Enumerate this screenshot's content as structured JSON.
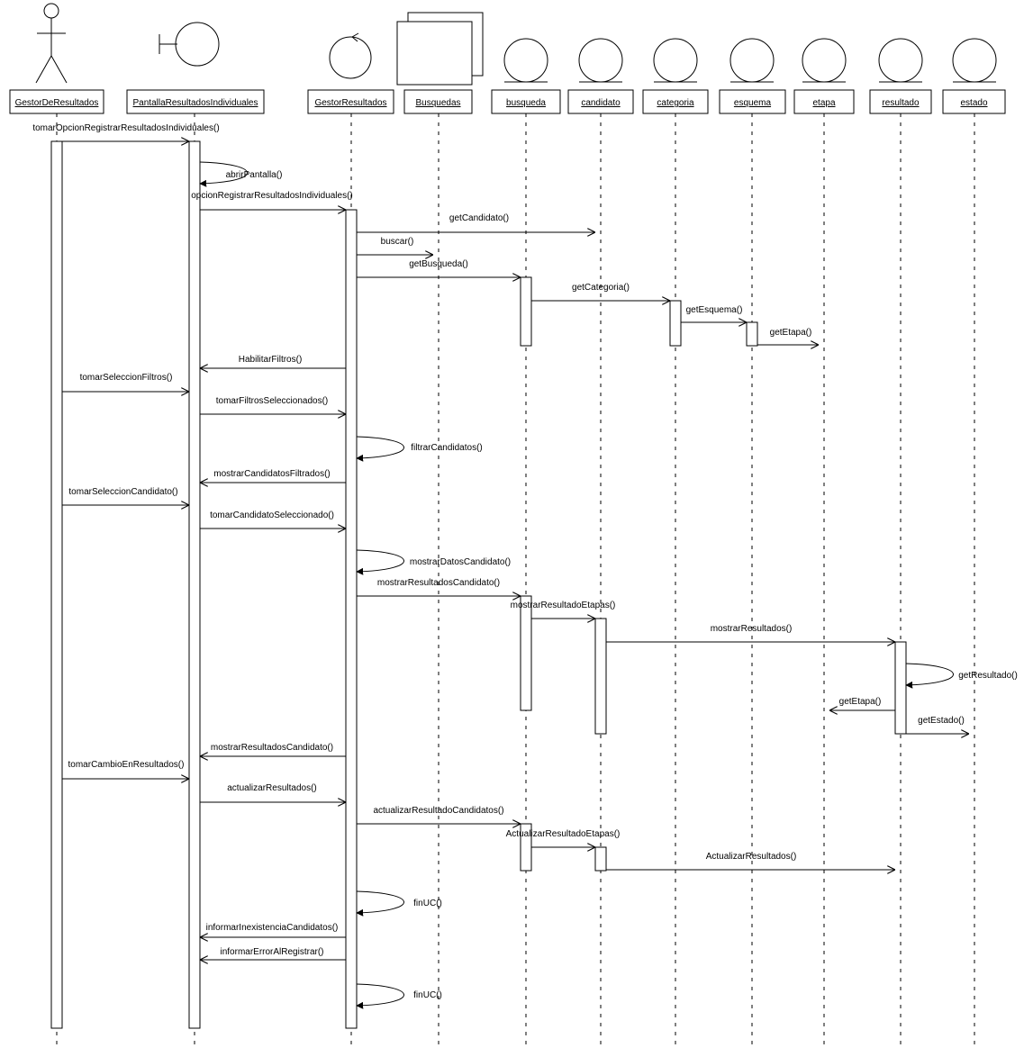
{
  "participants": [
    {
      "id": "gestorDeResultados",
      "label": "GestorDeResultados",
      "kind": "actor"
    },
    {
      "id": "pantalla",
      "label": "PantallaResultadosIndividuales",
      "kind": "boundary"
    },
    {
      "id": "gestor",
      "label": "GestorResultados",
      "kind": "control"
    },
    {
      "id": "busquedas",
      "label": "Busquedas",
      "kind": "collection"
    },
    {
      "id": "busqueda",
      "label": "busqueda",
      "kind": "entity"
    },
    {
      "id": "candidato",
      "label": "candidato",
      "kind": "entity"
    },
    {
      "id": "categoria",
      "label": "categoria",
      "kind": "entity"
    },
    {
      "id": "esquema",
      "label": "esquema",
      "kind": "entity"
    },
    {
      "id": "etapa",
      "label": "etapa",
      "kind": "entity"
    },
    {
      "id": "resultado",
      "label": "resultado",
      "kind": "entity"
    },
    {
      "id": "estado",
      "label": "estado",
      "kind": "entity"
    }
  ],
  "messages": [
    {
      "id": "m1",
      "label": "tomarOpcionRegistrarResultadosIndividuales()",
      "from": "gestorDeResultados",
      "to": "pantalla"
    },
    {
      "id": "m2",
      "label": "abrirPantalla()",
      "from": "pantalla",
      "to": "pantalla",
      "self": true
    },
    {
      "id": "m3",
      "label": "opcionRegistrarResultadosIndividuales()",
      "from": "pantalla",
      "to": "gestor"
    },
    {
      "id": "m4",
      "label": "getCandidato()",
      "from": "gestor",
      "to": "candidato"
    },
    {
      "id": "m5",
      "label": "buscar()",
      "from": "gestor",
      "to": "busquedas"
    },
    {
      "id": "m6",
      "label": "getBusqueda()",
      "from": "gestor",
      "to": "busqueda"
    },
    {
      "id": "m7",
      "label": "getCategoria()",
      "from": "busqueda",
      "to": "categoria"
    },
    {
      "id": "m8",
      "label": "getEsquema()",
      "from": "categoria",
      "to": "esquema"
    },
    {
      "id": "m9",
      "label": "getEtapa()",
      "from": "esquema",
      "to": "etapa"
    },
    {
      "id": "m10",
      "label": "HabilitarFiltros()",
      "from": "gestor",
      "to": "pantalla"
    },
    {
      "id": "m11",
      "label": "tomarSeleccionFiltros()",
      "from": "gestorDeResultados",
      "to": "pantalla"
    },
    {
      "id": "m12",
      "label": "tomarFiltrosSeleccionados()",
      "from": "pantalla",
      "to": "gestor"
    },
    {
      "id": "m13",
      "label": "filtrarCandidatos()",
      "from": "gestor",
      "to": "gestor",
      "self": true
    },
    {
      "id": "m14",
      "label": "mostrarCandidatosFiltrados()",
      "from": "gestor",
      "to": "pantalla"
    },
    {
      "id": "m15",
      "label": "tomarSeleccionCandidato()",
      "from": "gestorDeResultados",
      "to": "pantalla"
    },
    {
      "id": "m16",
      "label": "tomarCandidatoSeleccionado()",
      "from": "pantalla",
      "to": "gestor"
    },
    {
      "id": "m17",
      "label": "mostrarDatosCandidato()",
      "from": "gestor",
      "to": "gestor",
      "self": true
    },
    {
      "id": "m18",
      "label": "mostrarResultadosCandidato()",
      "from": "gestor",
      "to": "busqueda"
    },
    {
      "id": "m19",
      "label": "mostrarResultadoEtapas()",
      "from": "busqueda",
      "to": "candidato"
    },
    {
      "id": "m20",
      "label": "mostrarResultados()",
      "from": "candidato",
      "to": "resultado"
    },
    {
      "id": "m21",
      "label": "getResultado()",
      "from": "resultado",
      "to": "resultado",
      "self": true
    },
    {
      "id": "m22",
      "label": "getEtapa()",
      "from": "resultado",
      "to": "etapa"
    },
    {
      "id": "m23",
      "label": "getEstado()",
      "from": "resultado",
      "to": "estado"
    },
    {
      "id": "m24",
      "label": "mostrarResultadosCandidato()",
      "from": "gestor",
      "to": "pantalla"
    },
    {
      "id": "m25",
      "label": "tomarCambioEnResultados()",
      "from": "gestorDeResultados",
      "to": "pantalla"
    },
    {
      "id": "m26",
      "label": "actualizarResultados()",
      "from": "pantalla",
      "to": "gestor"
    },
    {
      "id": "m27",
      "label": "actualizarResultadoCandidatos()",
      "from": "gestor",
      "to": "busqueda"
    },
    {
      "id": "m28",
      "label": "ActualizarResultadoEtapas()",
      "from": "busqueda",
      "to": "candidato"
    },
    {
      "id": "m29",
      "label": "ActualizarResultados()",
      "from": "candidato",
      "to": "resultado"
    },
    {
      "id": "m30",
      "label": "finUC()",
      "from": "gestor",
      "to": "gestor",
      "self": true
    },
    {
      "id": "m31",
      "label": "informarInexistenciaCandidatos()",
      "from": "gestor",
      "to": "pantalla"
    },
    {
      "id": "m32",
      "label": "informarErrorAlRegistrar()",
      "from": "gestor",
      "to": "pantalla"
    },
    {
      "id": "m33",
      "label": "finUC()",
      "from": "gestor",
      "to": "gestor",
      "self": true
    }
  ]
}
